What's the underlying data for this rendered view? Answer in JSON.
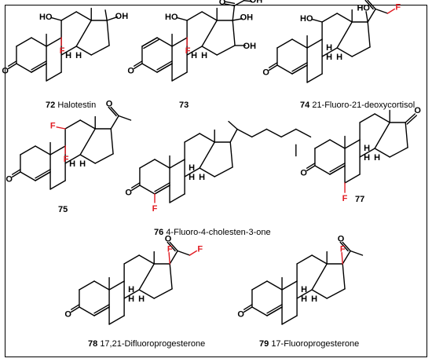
{
  "compounds": [
    {
      "number": "72",
      "name": "Halotestin"
    },
    {
      "number": "73",
      "name": ""
    },
    {
      "number": "74",
      "name": "21-Fluoro-21-deoxycortisol"
    },
    {
      "number": "75",
      "name": ""
    },
    {
      "number": "76",
      "name": "4-Fluoro-4-cholesten-3-one"
    },
    {
      "number": "77",
      "name": ""
    },
    {
      "number": "78",
      "name": "17,21-Difluoroprogesterone"
    },
    {
      "number": "79",
      "name": "17-Fluoroprogesterone"
    }
  ],
  "atom_labels": {
    "O": "O",
    "OH": "OH",
    "HO": "HO",
    "F": "F",
    "H": "H"
  },
  "colors": {
    "fluorine": "#e11b22",
    "bond": "#000000",
    "frame": "#000000"
  }
}
